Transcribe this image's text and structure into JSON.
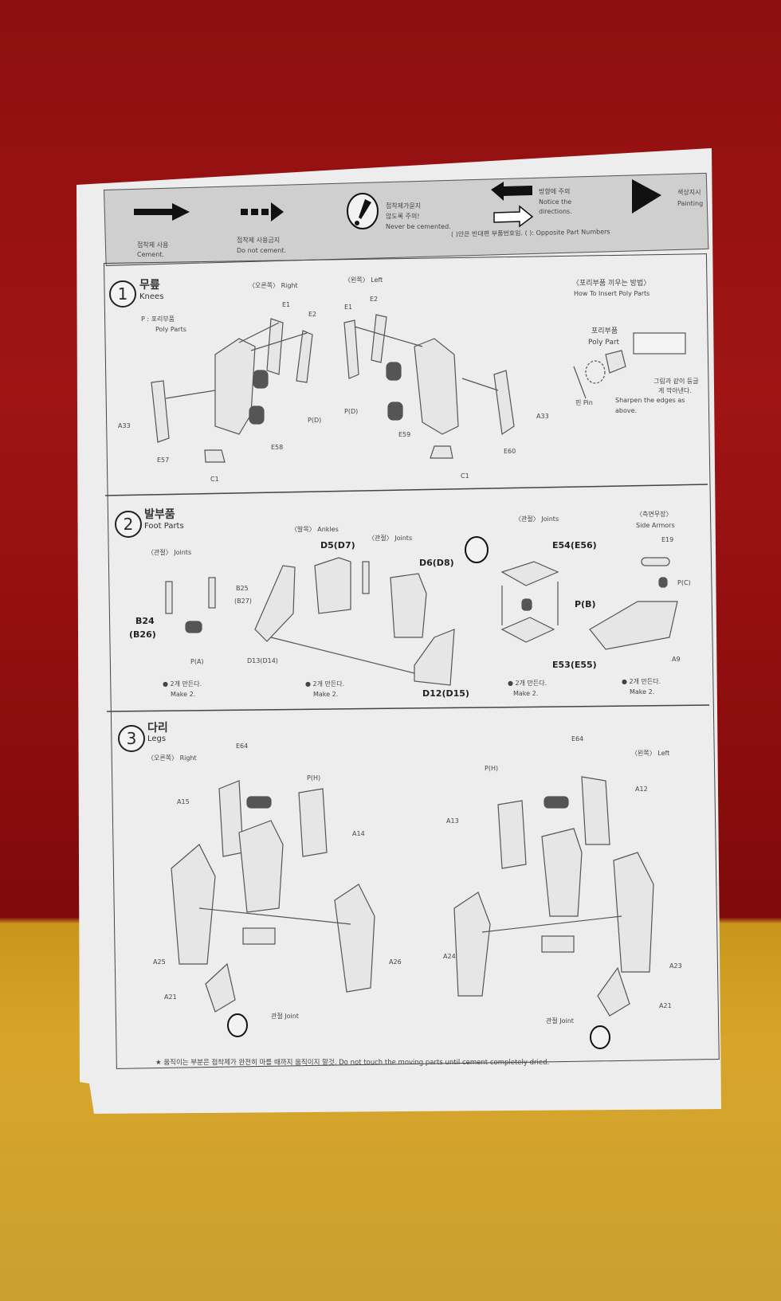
{
  "legend": {
    "cement_ko": "접착제 사용",
    "cement_en": "Cement.",
    "nocement_ko": "접착제 사용금지",
    "nocement_en": "Do not cement.",
    "never_ko1": "접착제가묻지",
    "never_ko2": "않도록 주의!",
    "never_en": "Never be cemented.",
    "dir_ko": "방향에 주의",
    "dir_en1": "Notice the",
    "dir_en2": "directions.",
    "paint_ko": "색상지시",
    "paint_en": "Painting",
    "opposite": "(    )안은 반대편 부품번호임. (    ): Opposite Part Numbers"
  },
  "step1": {
    "num": "1",
    "title_ko": "무릎",
    "title_en": "Knees",
    "poly_ko": "P : 포리부품",
    "poly_en": "Poly Parts",
    "right": "〈오른쪽〉 Right",
    "left": "〈왼쪽〉 Left",
    "parts": [
      "E1",
      "E2",
      "A33",
      "E57",
      "E58",
      "P(D)",
      "C1",
      "E1",
      "E2",
      "P(D)",
      "E59",
      "E60",
      "A33",
      "C1"
    ],
    "insert_ko": "〈포리부품 끼우는 방법〉",
    "insert_en": "How To Insert Poly Parts",
    "pp_ko": "포리부품",
    "pp_en": "Poly Part",
    "pin": "핀 Pin",
    "round_ko1": "그림과 같이 둥글",
    "round_ko2": "게 깍아낸다.",
    "sharpen1": "Sharpen the edges as",
    "sharpen2": "above."
  },
  "step2": {
    "num": "2",
    "title_ko": "발부품",
    "title_en": "Foot Parts",
    "joints": "〈관절〉 Joints",
    "ankles": "〈발목〉 Ankles",
    "side_armors_ko": "〈측면무장〉",
    "side_armors_en": "Side Armors",
    "parts": [
      "B25",
      "(B27)",
      "B24",
      "(B26)",
      "P(A)",
      "D13(D14)",
      "D5(D7)",
      "D6(D8)",
      "D12(D15)",
      "E54(E56)",
      "P(B)",
      "E53(E55)",
      "E19",
      "P(C)",
      "A9"
    ],
    "make_ko": "● 2개 만든다.",
    "make_en": "Make 2."
  },
  "step3": {
    "num": "3",
    "title_ko": "다리",
    "title_en": "Legs",
    "right": "〈오른쪽〉 Right",
    "left": "〈왼쪽〉 Left",
    "parts": [
      "E64",
      "P(H)",
      "A15",
      "A14",
      "A25",
      "A26",
      "A21",
      "E64",
      "P(H)",
      "A12",
      "A13",
      "A24",
      "A23",
      "A21"
    ],
    "joint": "관절 Joint"
  },
  "footer": "★ 움직이는 부분은 접착제가 완전히 마를 때까지 움직이지 말것. Do not touch the moving parts until cement completely dried."
}
